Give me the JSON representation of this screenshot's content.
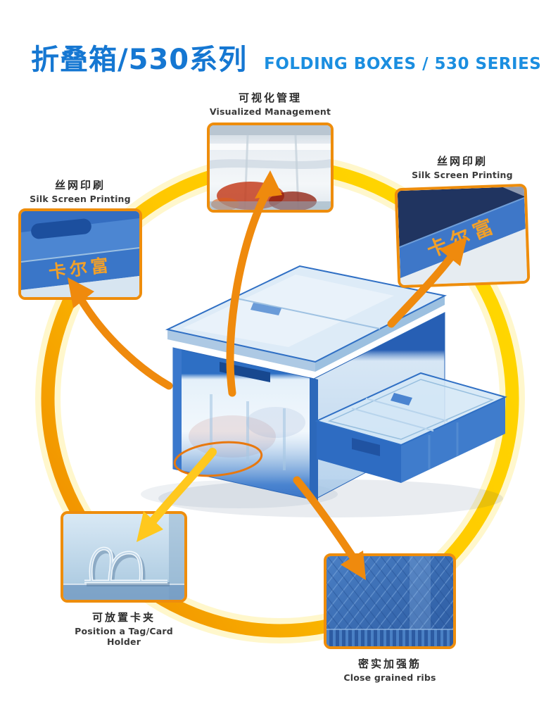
{
  "header": {
    "title_cn": "折叠箱/530系列",
    "title_en": "FOLDING BOXES / 530 SERIES"
  },
  "colors": {
    "title_blue": "#1577d2",
    "subtitle_blue": "#1b8ee0",
    "ring_yellow": "#ffd200",
    "ring_orange": "#f29600",
    "arrow_orange": "#ef8a0d",
    "arrow_yellow": "#ffc81e",
    "thumb_border_orange": "#ee8d0c",
    "brand_text_orange": "#f2a028",
    "box_blue": "#2e6fc4",
    "label_text": "#2b2b2b"
  },
  "callouts": [
    {
      "id": "visualized-management",
      "label_cn": "可视化管理",
      "label_en": "Visualized Management"
    },
    {
      "id": "silk-screen-printing-left",
      "label_cn": "丝网印刷",
      "label_en": "Silk Screen Printing",
      "brand_text": "卡尔富"
    },
    {
      "id": "silk-screen-printing-right",
      "label_cn": "丝网印刷",
      "label_en": "Silk Screen Printing",
      "brand_text": "卡尔富"
    },
    {
      "id": "tag-card-holder",
      "label_cn": "可放置卡夹",
      "label_en": "Position a Tag/Card Holder"
    },
    {
      "id": "close-grained-ribs",
      "label_cn": "密实加强筋",
      "label_en": "Close grained ribs"
    }
  ]
}
